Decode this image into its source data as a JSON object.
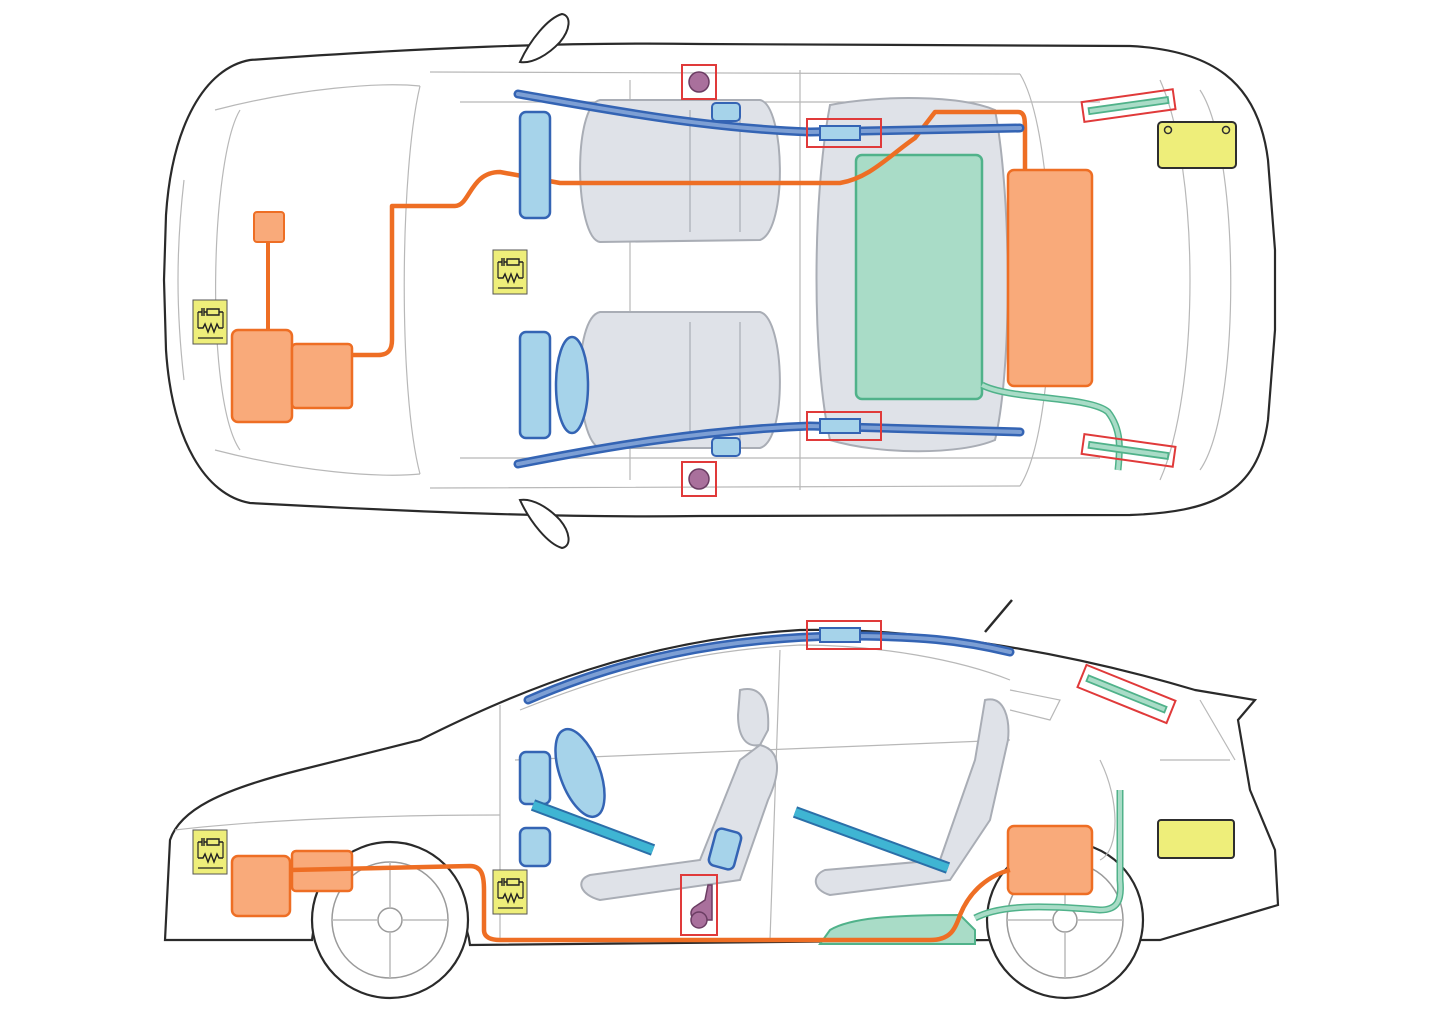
{
  "diagram": {
    "views": [
      "top-view",
      "side-view"
    ],
    "colors": {
      "outline": "#2a2a2a",
      "thin_line": "#b8b8b8",
      "orange_cable": "#ee6e24",
      "orange_fill": "#f9aa7a",
      "orange_stroke": "#ee6e24",
      "airbag_fill": "#a6d3ea",
      "airbag_stroke": "#3464b4",
      "curtain_fill": "#7d9fd4",
      "seat_fill": "#dfe2e8",
      "seat_stroke": "#a9adb5",
      "fuel_fill": "#a9dcc7",
      "fuel_stroke": "#50b28a",
      "sensor_fill": "#a9709c",
      "highlight_box": "#e03a3a",
      "battery_fill": "#eeee7a",
      "battery_stroke": "#2e2e2e",
      "seatbelt_fill": "#3fb5d3",
      "seatbelt_stroke": "#2b6fa8",
      "resistor_fill": "#eeee7a"
    },
    "components": [
      {
        "id": "high-voltage-cable",
        "icon": "orange-cable"
      },
      {
        "id": "inverter",
        "icon": "orange-box"
      },
      {
        "id": "hv-battery",
        "icon": "orange-box"
      },
      {
        "id": "frontal-airbag",
        "icon": "blue-cushion"
      },
      {
        "id": "curtain-airbag",
        "icon": "blue-rail"
      },
      {
        "id": "inflator",
        "icon": "red-box"
      },
      {
        "id": "gas-strut",
        "icon": "green-strut"
      },
      {
        "id": "fuel-tank",
        "icon": "green-tank"
      },
      {
        "id": "12v-battery",
        "icon": "yellow-battery"
      },
      {
        "id": "airbag-sensor",
        "icon": "purple-circle"
      },
      {
        "id": "resistor-module",
        "icon": "yellow-resistor-icon"
      },
      {
        "id": "seatbelt-pretensioner",
        "icon": "cyan-belt"
      }
    ]
  }
}
